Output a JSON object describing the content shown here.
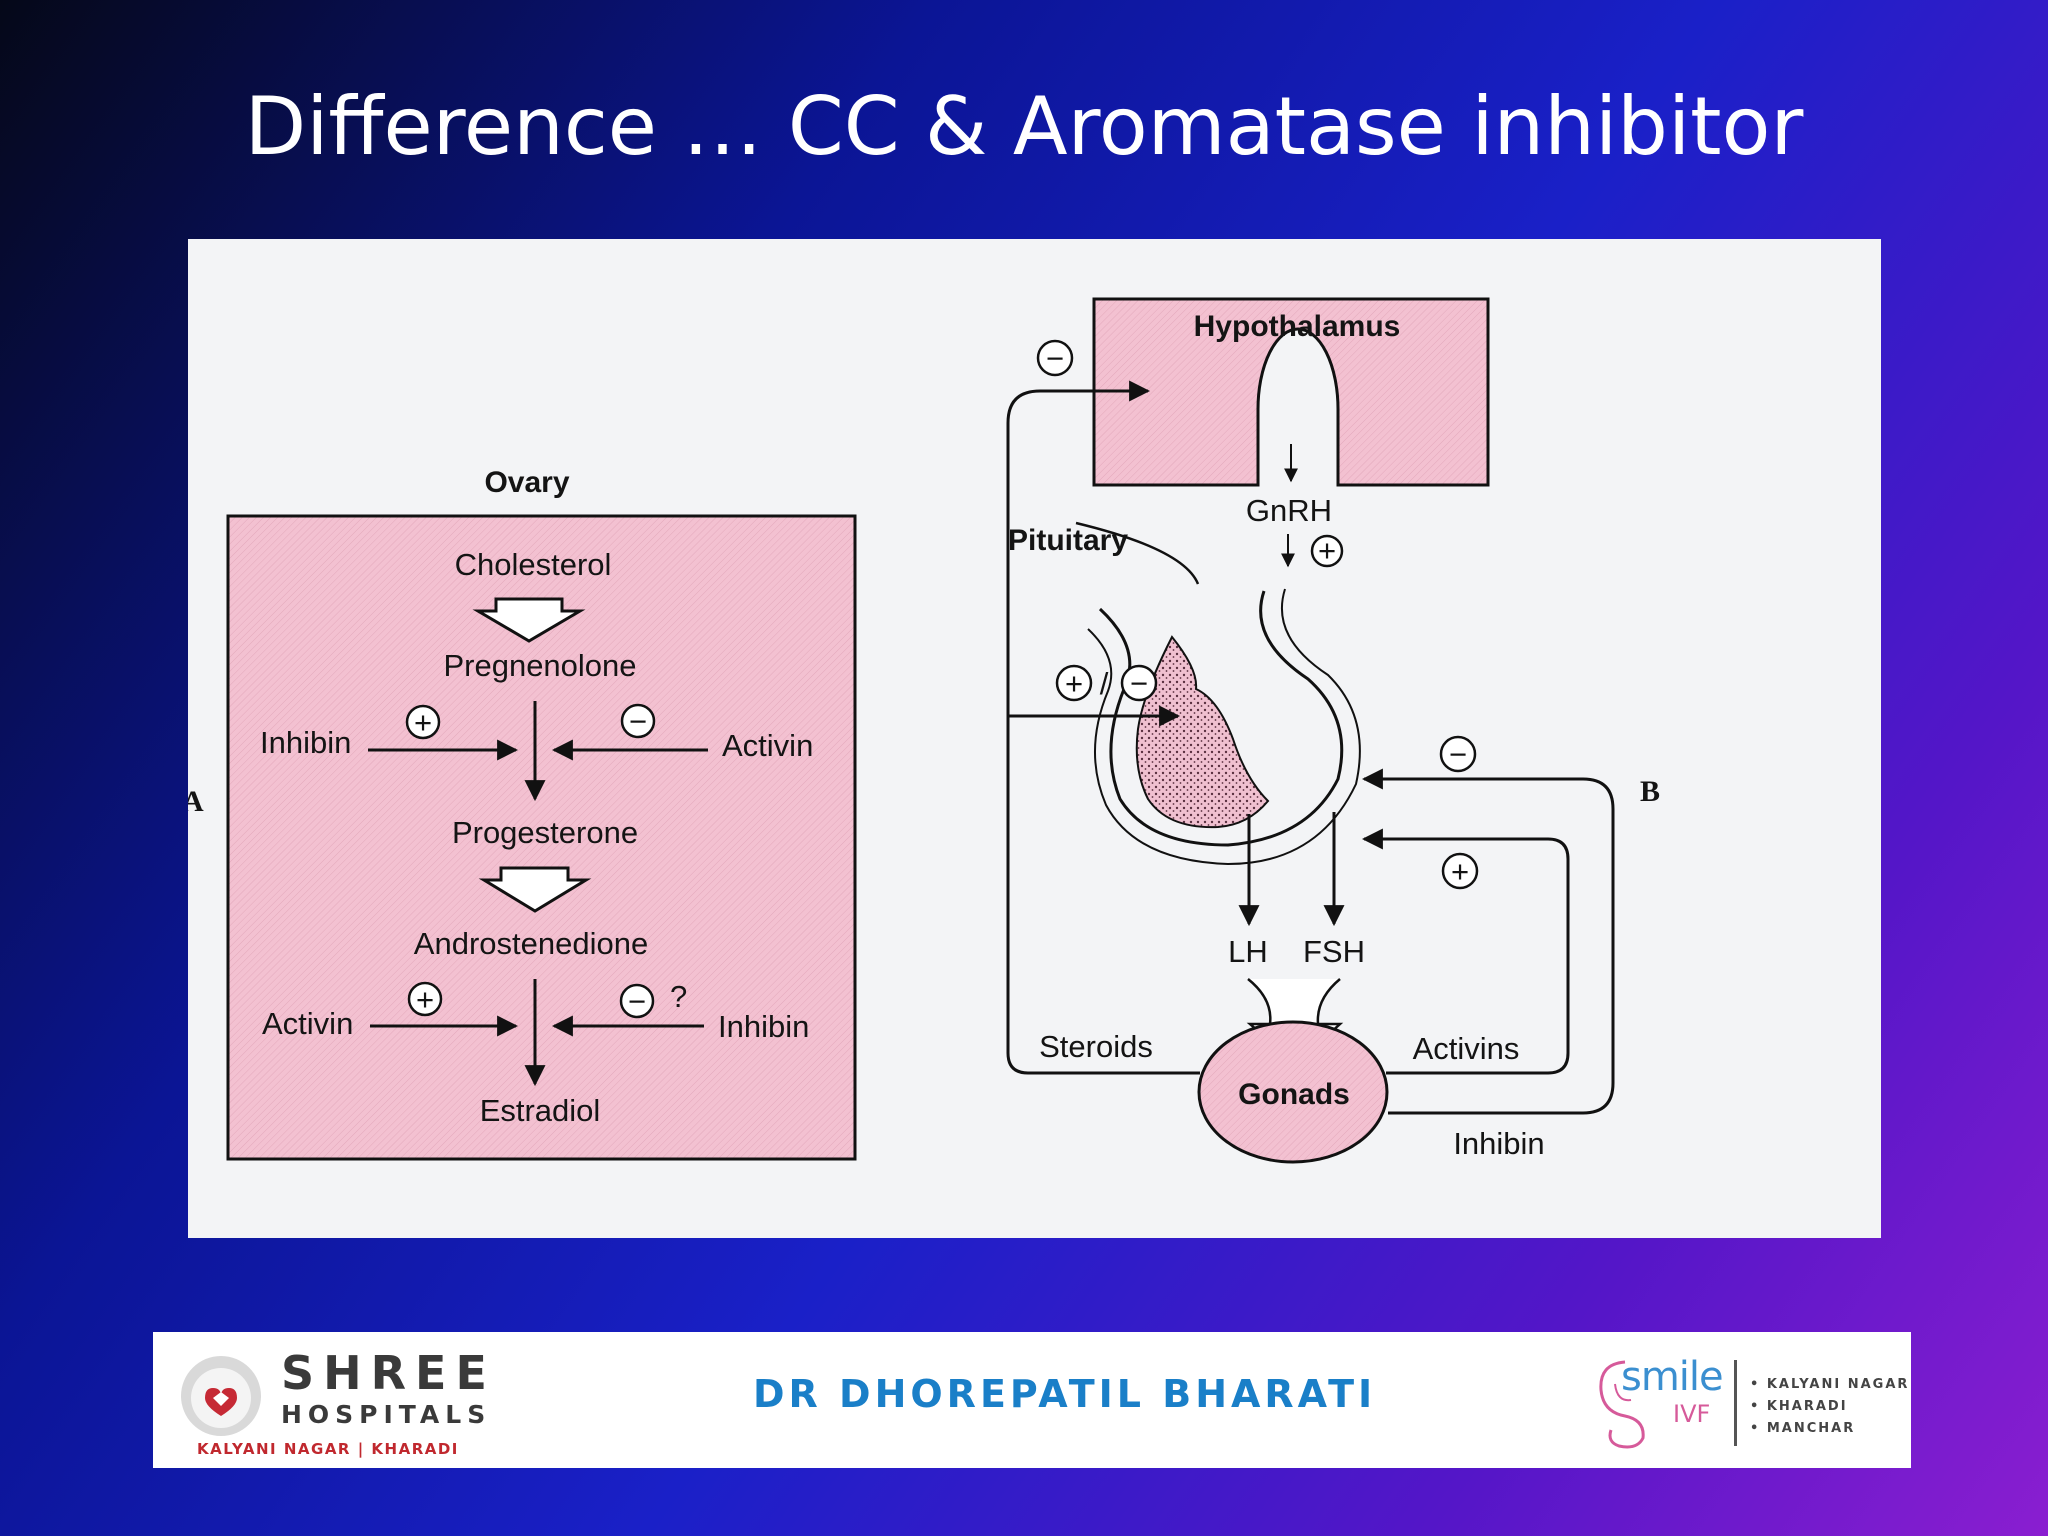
{
  "slide": {
    "title": "Difference … CC & Aromatase inhibitor"
  },
  "diagram": {
    "panel_a": {
      "letter": "A",
      "header": "Ovary",
      "cholesterol": "Cholesterol",
      "pregnenolone": "Pregnenolone",
      "progesterone": "Progesterone",
      "androstenedione": "Androstenedione",
      "estradiol": "Estradiol",
      "row1_left": "Inhibin",
      "row1_right": "Activin",
      "row2_left": "Activin",
      "row2_right": "Inhibin",
      "question": "?"
    },
    "panel_b": {
      "letter": "B",
      "hypothalamus": "Hypothalamus",
      "gnrh": "GnRH",
      "pituitary": "Pituitary",
      "lh": "LH",
      "fsh": "FSH",
      "gonads": "Gonads",
      "steroids": "Steroids",
      "activins": "Activins",
      "inhibin": "Inhibin"
    },
    "signs": {
      "plus": "+",
      "minus": "−",
      "slash": "/"
    },
    "colors": {
      "box_fill": "#f3c1d1",
      "line": "#111111"
    }
  },
  "footer": {
    "shree_name": "SHREE",
    "shree_sub": "HOSPITALS",
    "shree_locations": "KALYANI NAGAR  |  KHARADI",
    "doctor": "DR  DHOREPATIL  BHARATI",
    "smile_word": "smile",
    "smile_ivf": "IVF",
    "smile_locations": [
      "• KALYANI NAGAR",
      "• KHARADI",
      "• MANCHAR"
    ]
  }
}
